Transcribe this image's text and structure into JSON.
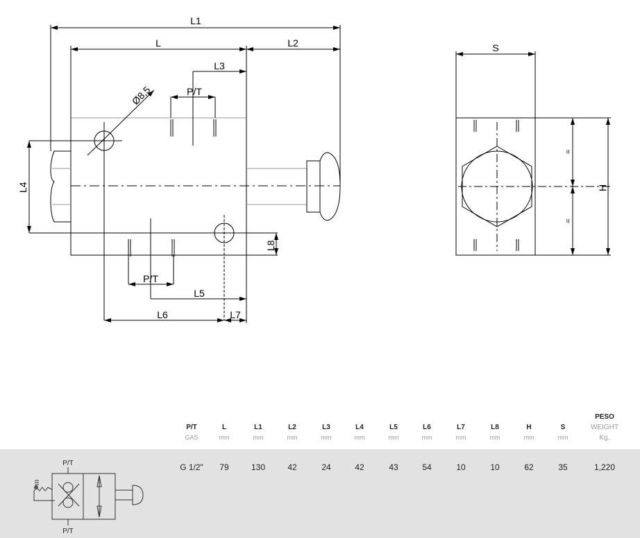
{
  "drawing": {
    "dimensions": [
      "L1",
      "L",
      "L2",
      "L3",
      "P/T",
      "Ø8,5",
      "L4",
      "L8",
      "P/T",
      "L5",
      "L6",
      "L7",
      "S",
      "H",
      "=",
      "="
    ]
  },
  "symbol": {
    "port_top": "P/T",
    "port_bottom": "P/T"
  },
  "table": {
    "columns": [
      {
        "name": "P/T",
        "unit": "GAS"
      },
      {
        "name": "L",
        "unit": "mm"
      },
      {
        "name": "L1",
        "unit": "mm"
      },
      {
        "name": "L2",
        "unit": "mm"
      },
      {
        "name": "L3",
        "unit": "mm"
      },
      {
        "name": "L4",
        "unit": "mm"
      },
      {
        "name": "L5",
        "unit": "mm"
      },
      {
        "name": "L6",
        "unit": "mm"
      },
      {
        "name": "L7",
        "unit": "mm"
      },
      {
        "name": "L8",
        "unit": "mm"
      },
      {
        "name": "H",
        "unit": "mm"
      },
      {
        "name": "S",
        "unit": "mm"
      },
      {
        "name": "WEIGHT",
        "top": "PESO",
        "unit": "Kg."
      }
    ],
    "row": [
      "G 1/2\"",
      "79",
      "130",
      "42",
      "24",
      "42",
      "43",
      "54",
      "10",
      "10",
      "62",
      "35",
      "1,220"
    ]
  }
}
